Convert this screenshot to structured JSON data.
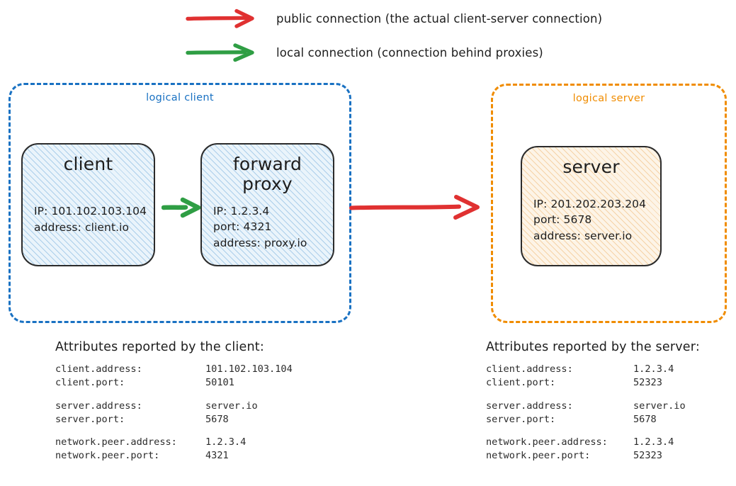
{
  "legend": {
    "items": [
      {
        "id": "public-connection",
        "arrow_icon": "red-arrow-icon",
        "color": "#e03131",
        "label": "public connection (the actual client-server connection)"
      },
      {
        "id": "local-connection",
        "arrow_icon": "green-arrow-icon",
        "color": "#2f9e44",
        "label": "local connection (connection behind proxies)"
      }
    ]
  },
  "logical_client": {
    "title": "logical client",
    "border_color": "#1971c2",
    "nodes": {
      "client": {
        "title": "client",
        "lines": [
          "IP: 101.102.103.104",
          "address: client.io"
        ],
        "fill_color": "#eaf4fb"
      },
      "proxy": {
        "title": "forward proxy",
        "lines": [
          "IP: 1.2.3.4",
          "port: 4321",
          "address: proxy.io"
        ],
        "fill_color": "#eaf4fb"
      }
    }
  },
  "logical_server": {
    "title": "logical server",
    "border_color": "#f08c00",
    "nodes": {
      "server": {
        "title": "server",
        "lines": [
          "IP: 201.202.203.204",
          "port: 5678",
          "address: server.io"
        ],
        "fill_color": "#fdf4e7"
      }
    }
  },
  "connectors": {
    "local": {
      "icon": "green-arrow-icon",
      "color": "#2f9e44"
    },
    "public": {
      "icon": "red-arrow-icon",
      "color": "#e03131"
    }
  },
  "client_attributes": {
    "heading": "Attributes reported by the client:",
    "groups": [
      {
        "rows": [
          {
            "key": "client.address:",
            "value": "101.102.103.104"
          },
          {
            "key": "client.port:",
            "value": "50101"
          }
        ]
      },
      {
        "rows": [
          {
            "key": "server.address:",
            "value": "server.io"
          },
          {
            "key": "server.port:",
            "value": "5678"
          }
        ]
      },
      {
        "rows": [
          {
            "key": "network.peer.address:",
            "value": "1.2.3.4"
          },
          {
            "key": "network.peer.port:",
            "value": "4321"
          }
        ]
      }
    ]
  },
  "server_attributes": {
    "heading": "Attributes reported by the server:",
    "groups": [
      {
        "rows": [
          {
            "key": "client.address:",
            "value": "1.2.3.4"
          },
          {
            "key": "client.port:",
            "value": "52323"
          }
        ]
      },
      {
        "rows": [
          {
            "key": "server.address:",
            "value": "server.io"
          },
          {
            "key": "server.port:",
            "value": "5678"
          }
        ]
      },
      {
        "rows": [
          {
            "key": "network.peer.address:",
            "value": "1.2.3.4"
          },
          {
            "key": "network.peer.port:",
            "value": "52323"
          }
        ]
      }
    ]
  }
}
